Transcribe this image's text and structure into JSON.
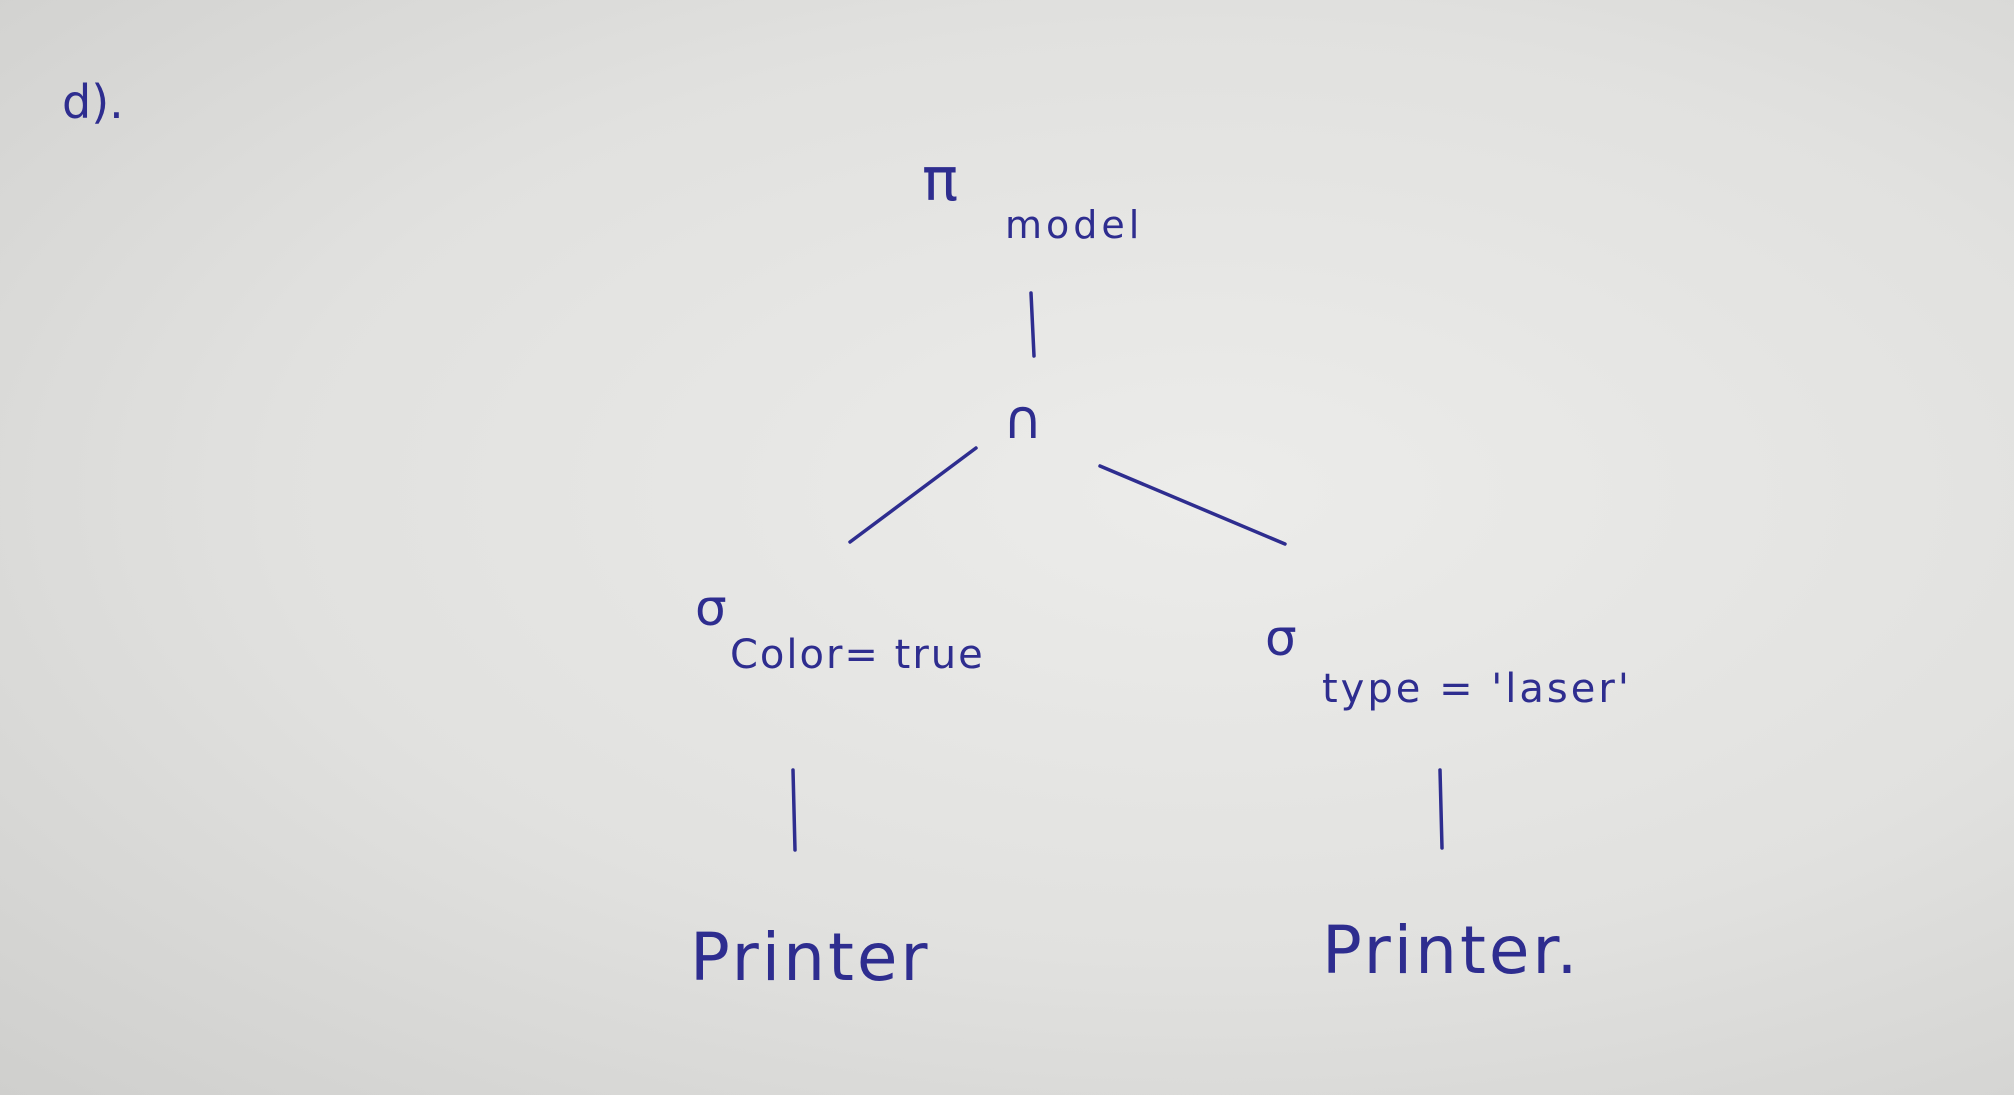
{
  "diagram": {
    "part_label": "d).",
    "root": {
      "symbol": "π",
      "subscript": "model"
    },
    "join": {
      "symbol": "∩"
    },
    "left": {
      "symbol": "σ",
      "condition": "Color= true",
      "relation": "Printer"
    },
    "right": {
      "symbol": "σ",
      "condition": "type = 'laser'",
      "relation": "Printer."
    },
    "ink_color": "#2e2d8f"
  }
}
